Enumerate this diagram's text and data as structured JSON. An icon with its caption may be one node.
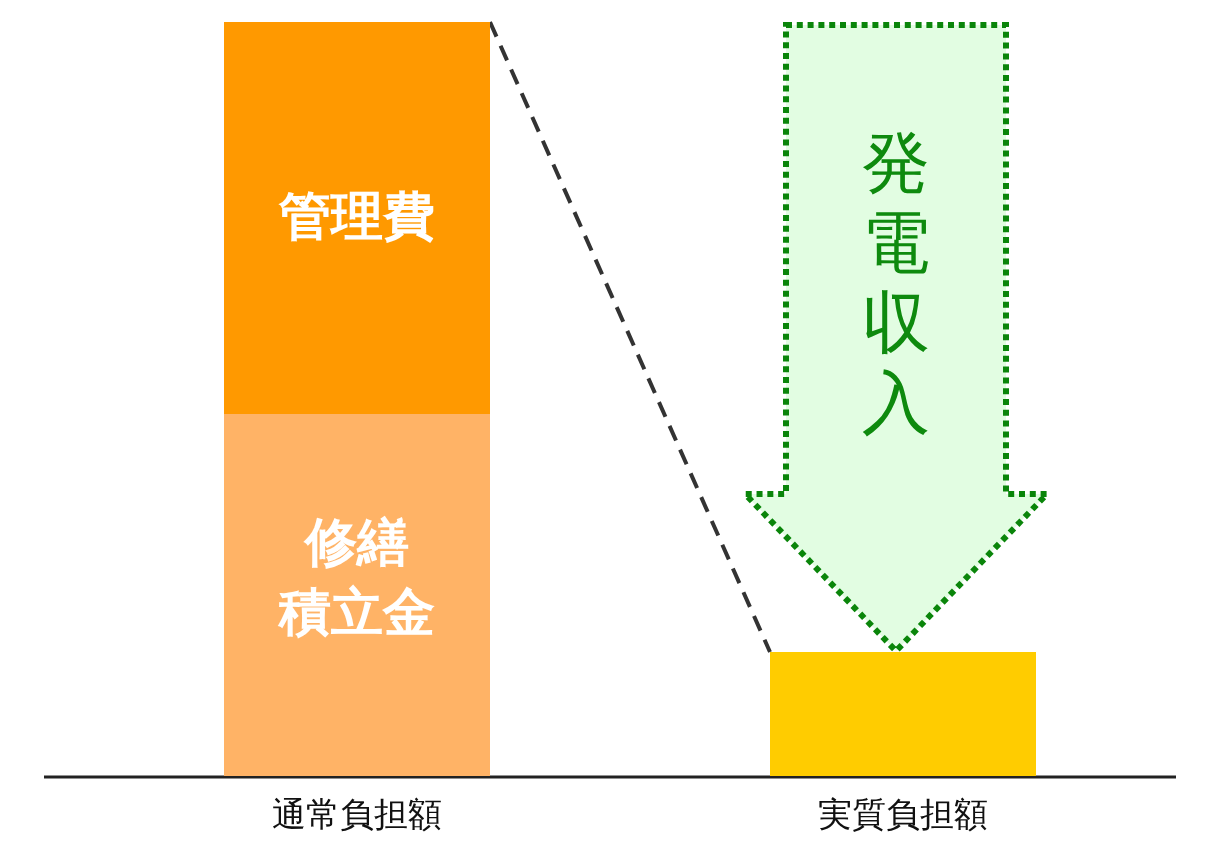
{
  "diagram": {
    "nodes": [
      {
        "text": [
          "管理費"
        ]
      },
      {
        "text": [
          "修繕積立金"
        ],
        "beside": [
          "通常負担額"
        ]
      },
      {
        "text": [
          "発電収入"
        ]
      },
      {
        "text": [],
        "shape": "bar",
        "beside": [
          "実質負担額"
        ]
      }
    ],
    "edges": [
      {
        "from": 0,
        "to": 3,
        "arrow": "none",
        "style": "dashed"
      }
    ]
  }
}
